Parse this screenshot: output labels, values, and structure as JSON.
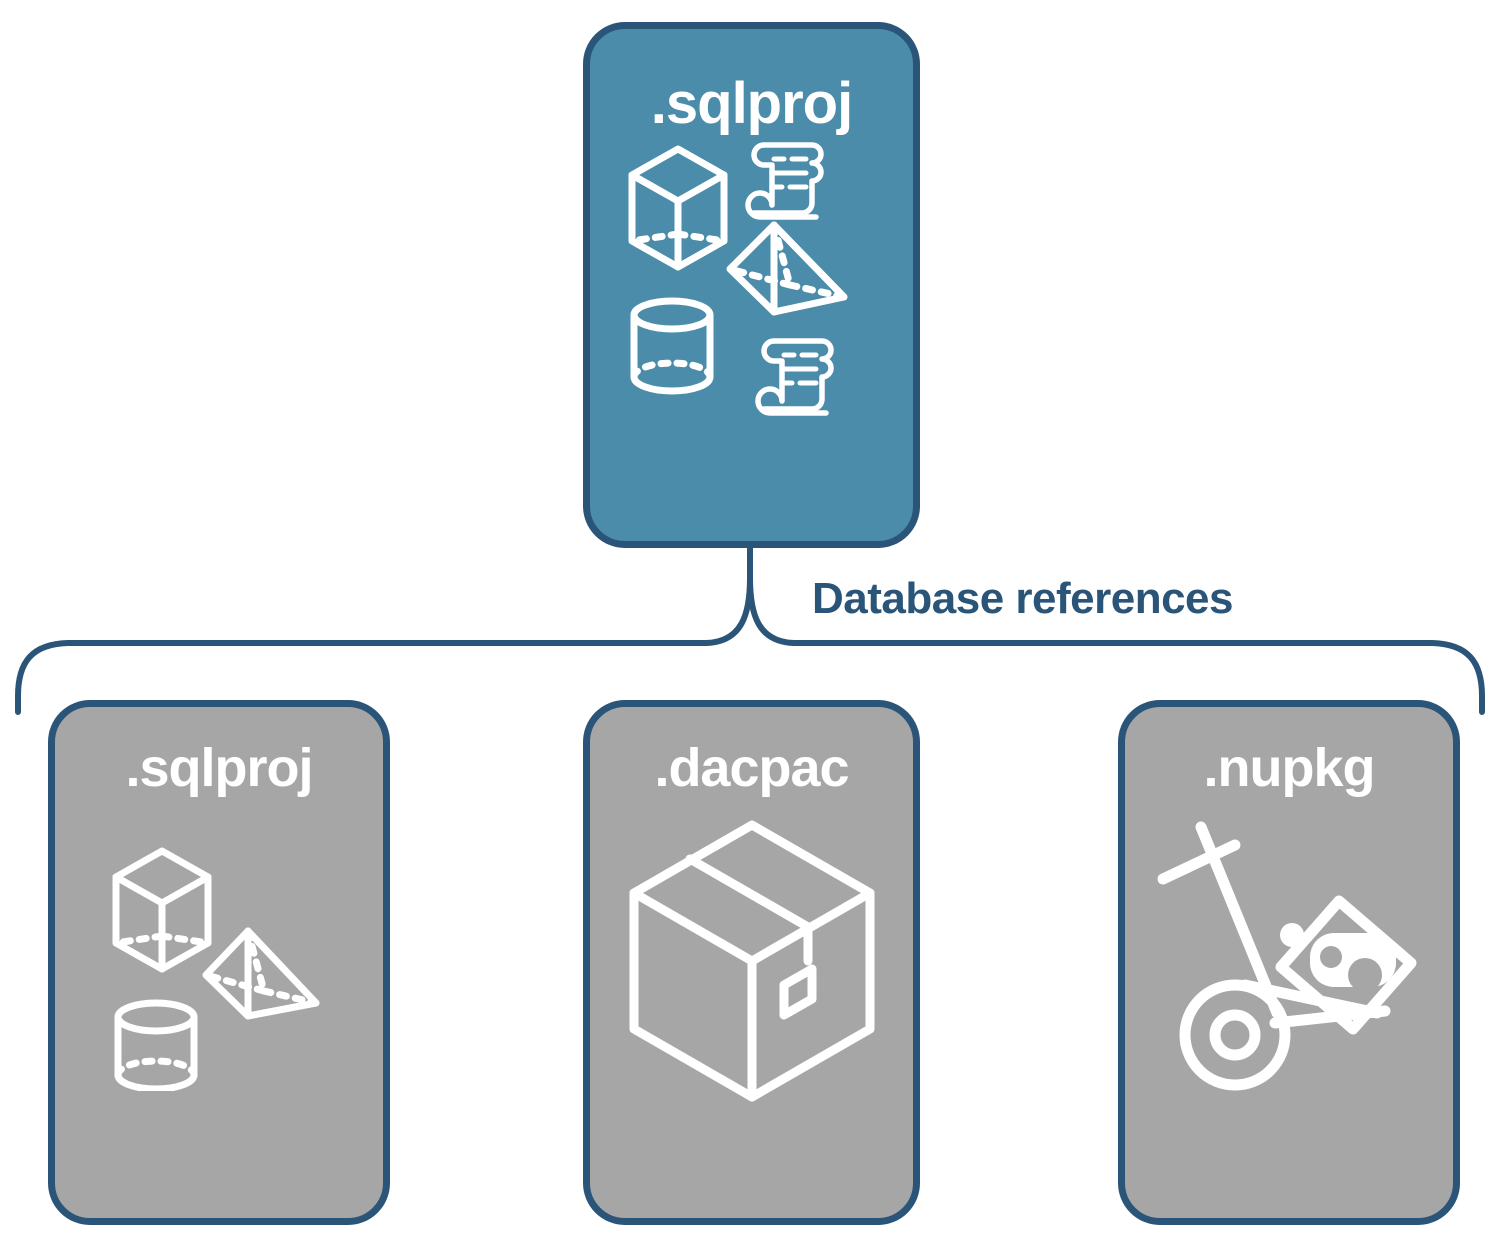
{
  "diagram": {
    "title_root": ".sqlproj",
    "relationship_label": "Database references",
    "colors": {
      "root_fill": "#4a8caa",
      "reference_fill": "#a6a6a6",
      "border": "#2a5578",
      "label_text": "#2a5578",
      "icon_stroke": "#ffffff",
      "background": "#ffffff"
    }
  },
  "root_node": {
    "label": ".sqlproj",
    "icons": [
      "cube-wireframe-icon",
      "pyramid-wireframe-icon",
      "cylinder-wireframe-icon",
      "script-scroll-icon",
      "script-scroll-icon"
    ]
  },
  "reference_nodes": [
    {
      "label": ".sqlproj",
      "icons": [
        "cube-wireframe-icon",
        "pyramid-wireframe-icon",
        "cylinder-wireframe-icon"
      ]
    },
    {
      "label": ".dacpac",
      "icons": [
        "shipping-box-icon"
      ]
    },
    {
      "label": ".nupkg",
      "icons": [
        "hand-truck-package-icon"
      ]
    }
  ]
}
